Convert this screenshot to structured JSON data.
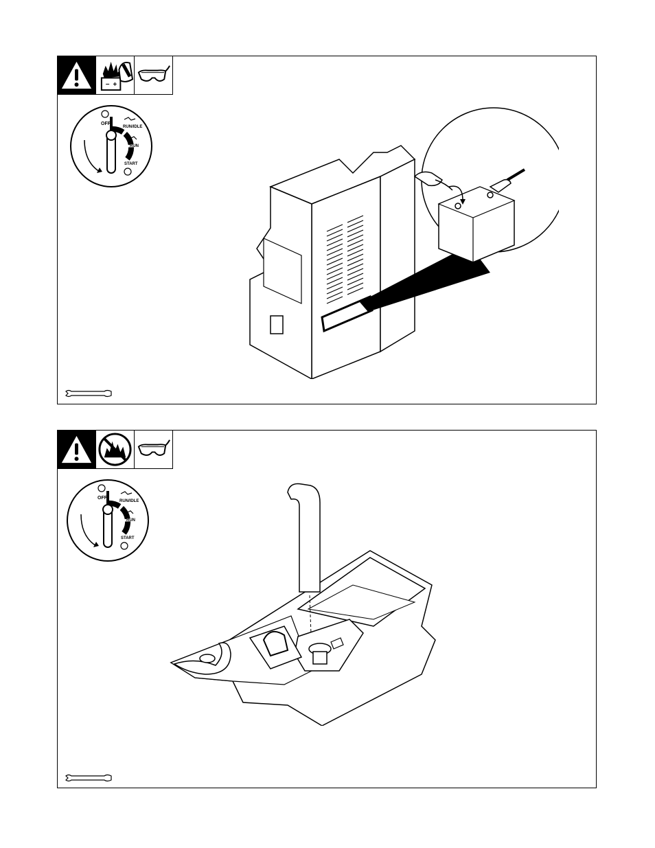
{
  "document": {
    "panels": [
      {
        "hazard_icons": [
          "warning-exclamation-icon",
          "battery-explosion-icon",
          "face-shield-icon",
          "safety-glasses-icon"
        ],
        "switch": {
          "off": "OFF",
          "run_idle": "RUN/IDLE",
          "run": "RUN",
          "start": "START"
        },
        "battery": {
          "minus": "−",
          "plus": "+"
        },
        "tool_icon": "wrench-icon"
      },
      {
        "hazard_icons": [
          "warning-exclamation-icon",
          "no-open-flame-icon",
          "safety-glasses-icon"
        ],
        "switch": {
          "off": "OFF",
          "run_idle": "RUN/IDLE",
          "run": "RUN",
          "start": "START"
        },
        "tool_icon": "wrench-icon"
      }
    ]
  }
}
